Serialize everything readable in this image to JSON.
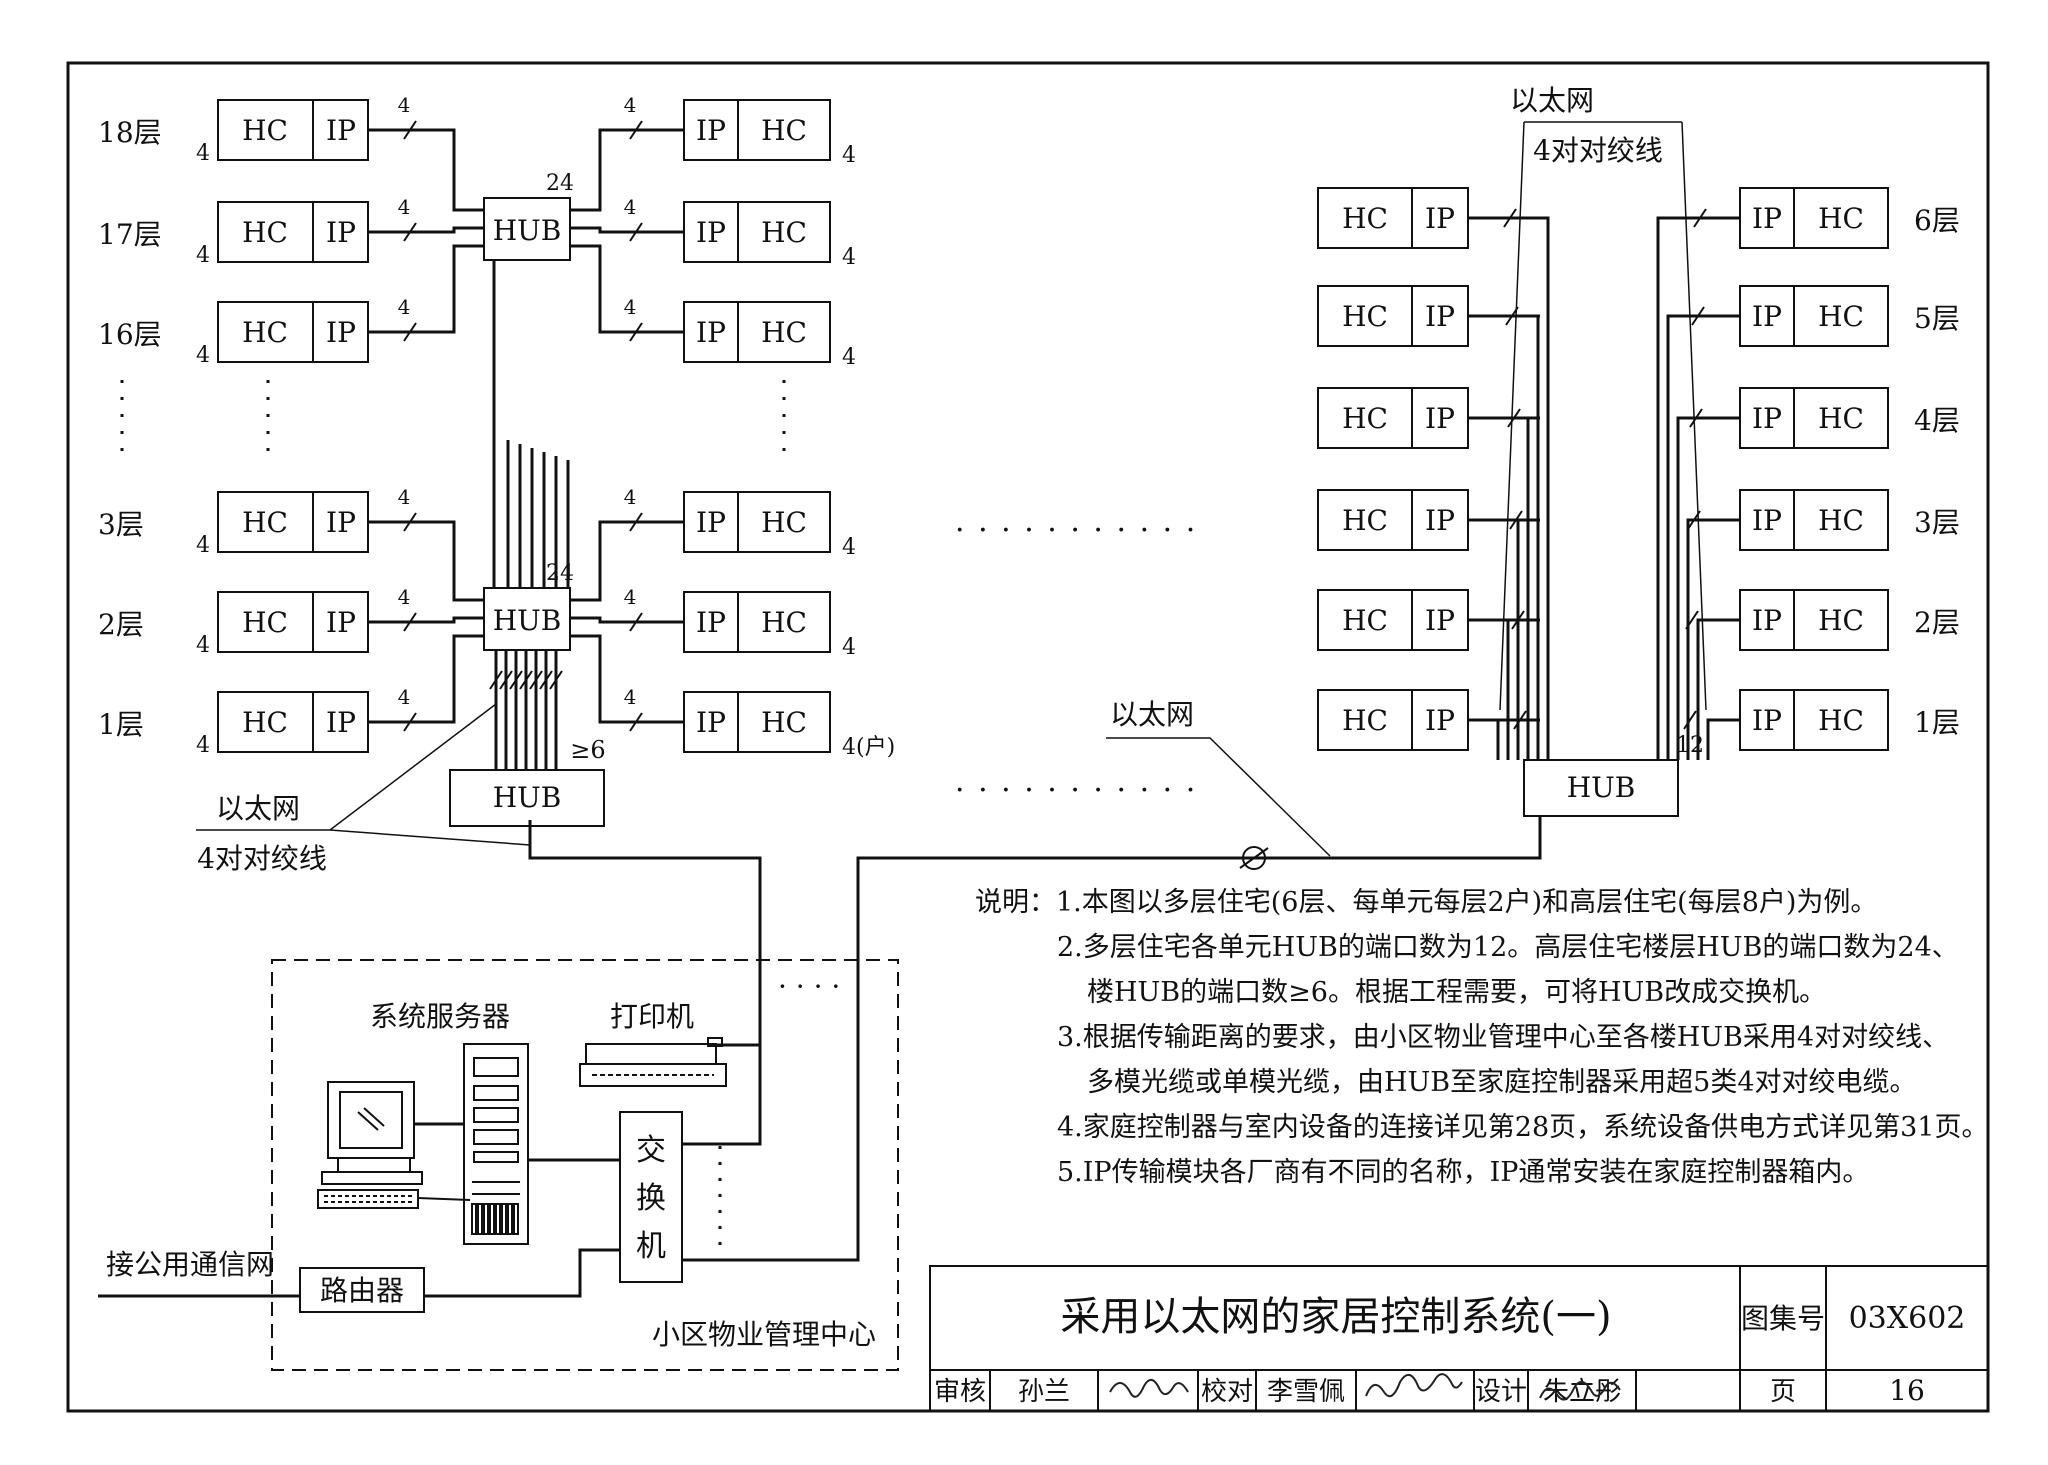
{
  "labels": {
    "hc": "HC",
    "ip": "IP",
    "hub": "HUB",
    "n4": "4",
    "n4_hu": "4(户)",
    "n24": "24",
    "n12": "12",
    "ge6": "≥6",
    "ellipsis": "· · · · · · · · · · ·",
    "ellipsis_short": "· · · ·"
  },
  "left_floors": [
    "18层",
    "17层",
    "16层",
    "3层",
    "2层",
    "1层"
  ],
  "right_floors": [
    "6层",
    "5层",
    "4层",
    "3层",
    "2层",
    "1层"
  ],
  "ethernet": "以太网",
  "twisted_pair": "4对对绞线",
  "mgmt_center": {
    "server": "系统服务器",
    "printer": "打印机",
    "switch": [
      "交",
      "换",
      "机"
    ],
    "router": "路由器",
    "public_net": "接公用通信网",
    "name": "小区物业管理中心"
  },
  "notes": {
    "head": "说明：",
    "n1": "1.本图以多层住宅(6层、每单元每层2户)和高层住宅(每层8户)为例。",
    "n2a": "2.多层住宅各单元HUB的端口数为12。高层住宅楼层HUB的端口数为24、",
    "n2b": "楼HUB的端口数≥6。根据工程需要，可将HUB改成交换机。",
    "n3a": "3.根据传输距离的要求，由小区物业管理中心至各楼HUB采用4对对绞线、",
    "n3b": "多模光缆或单模光缆，由HUB至家庭控制器采用超5类4对对绞电缆。",
    "n4": "4.家庭控制器与室内设备的连接详见第28页，系统设备供电方式详见第31页。",
    "n5": "5.IP传输模块各厂商有不同的名称，IP通常安装在家庭控制器箱内。"
  },
  "title_block": {
    "title": "采用以太网的家居控制系统(一)",
    "atlas_label": "图集号",
    "atlas_no": "03X602",
    "review_label": "审核",
    "reviewer": "孙兰",
    "check_label": "校对",
    "checker": "李雪佩",
    "design_label": "设计",
    "designer": "朱立彤",
    "page_label": "页",
    "page_no": "16"
  }
}
